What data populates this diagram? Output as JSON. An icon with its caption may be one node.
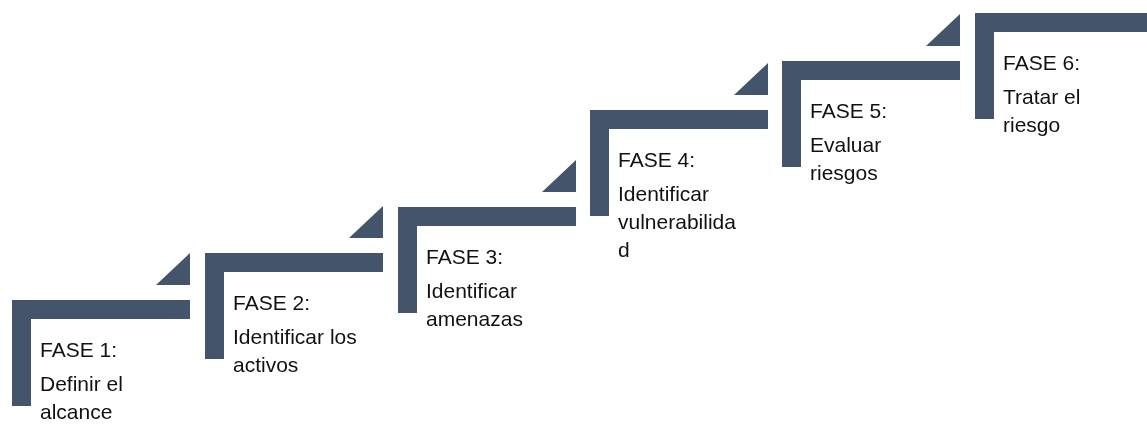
{
  "diagram": {
    "nodes": [
      {
        "text": [
          "FASE 1:",
          "Definir el alcance"
        ]
      },
      {
        "text": [
          "FASE 2:",
          "Identificar los activos"
        ]
      },
      {
        "text": [
          "FASE 3:",
          "Identificar amenazas"
        ]
      },
      {
        "text": [
          "FASE 4:",
          "Identificar vulnerabilidad"
        ]
      },
      {
        "text": [
          "FASE 5:",
          "Evaluar riesgos"
        ]
      },
      {
        "text": [
          "FASE 6:",
          "Tratar el riesgo"
        ]
      }
    ]
  }
}
